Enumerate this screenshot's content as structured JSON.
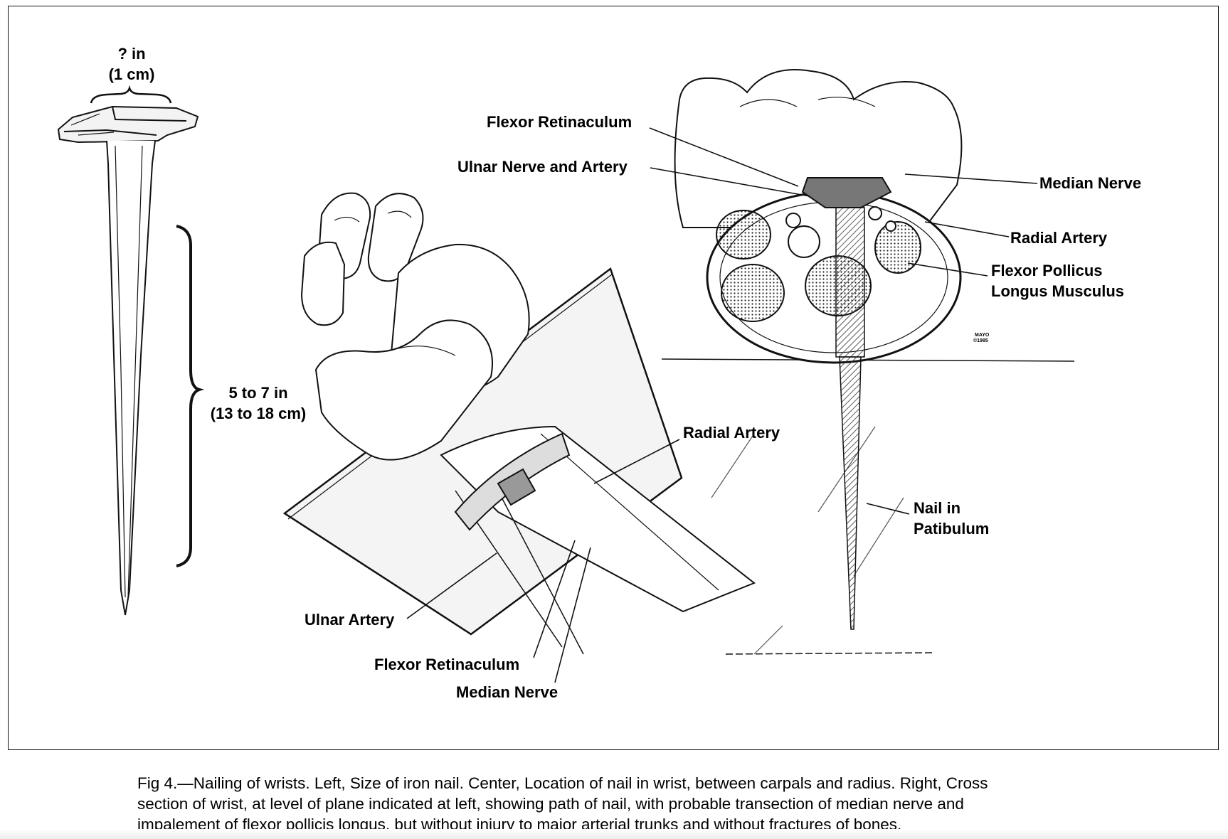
{
  "figure": {
    "nail_head_size": {
      "line1": "? in",
      "line2": "(1 cm)"
    },
    "nail_length": {
      "line1": "5 to 7 in",
      "line2": "(13 to 18 cm)"
    },
    "labels": {
      "flexor_retinaculum_top": "Flexor Retinaculum",
      "ulnar_nerve_artery": "Ulnar Nerve and Artery",
      "median_nerve_top": "Median Nerve",
      "radial_artery_top": "Radial Artery",
      "flexor_pollicus": {
        "line1": "Flexor Pollicus",
        "line2": "Longus Musculus"
      },
      "radial_artery_center": "Radial Artery",
      "nail_patibulum": {
        "line1": "Nail in",
        "line2": "Patibulum"
      },
      "ulnar_artery": "Ulnar Artery",
      "flexor_retinaculum_bottom": "Flexor Retinaculum",
      "median_nerve_bottom": "Median Nerve",
      "signature": {
        "line1": "MAYO",
        "line2": "©1985"
      }
    }
  },
  "caption": {
    "line1": "Fig 4.—Nailing of wrists. Left, Size of iron nail. Center, Location of nail in wrist, between carpals and radius. Right, Cross",
    "line2": "section of wrist, at level of plane indicated at left, showing path of nail, with probable transection of median nerve and",
    "line3": "impalement of flexor pollicis longus, but without injury to major arterial trunks and without fractures of bones."
  },
  "colors": {
    "ink": "#111111",
    "paper": "#ffffff",
    "hatch": "#555555"
  }
}
